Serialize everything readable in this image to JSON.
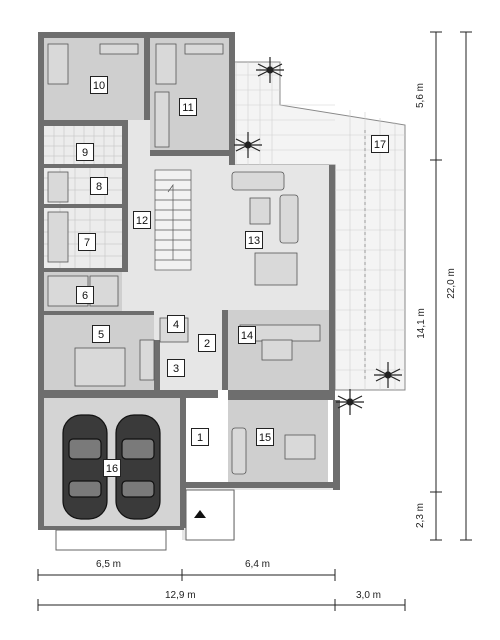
{
  "colors": {
    "wall": "#6e6e6e",
    "floor_light": "#e6e6e6",
    "floor_mid": "#cfcfcf",
    "floor_dark": "#b8b8b8",
    "outline": "#333333",
    "terrace": "#f4f4f4"
  },
  "rooms": [
    {
      "id": "r1",
      "number": "1"
    },
    {
      "id": "r2",
      "number": "2"
    },
    {
      "id": "r3",
      "number": "3"
    },
    {
      "id": "r4",
      "number": "4"
    },
    {
      "id": "r5",
      "number": "5"
    },
    {
      "id": "r6",
      "number": "6"
    },
    {
      "id": "r7",
      "number": "7"
    },
    {
      "id": "r8",
      "number": "8"
    },
    {
      "id": "r9",
      "number": "9"
    },
    {
      "id": "r10",
      "number": "10"
    },
    {
      "id": "r11",
      "number": "11"
    },
    {
      "id": "r12",
      "number": "12"
    },
    {
      "id": "r13",
      "number": "13"
    },
    {
      "id": "r14",
      "number": "14"
    },
    {
      "id": "r15",
      "number": "15"
    },
    {
      "id": "r16",
      "number": "16"
    },
    {
      "id": "r17",
      "number": "17"
    }
  ],
  "dimensions": {
    "bottom_left": "6,5 m",
    "bottom_right": "6,4 m",
    "total_width": "12,9 m",
    "terrace_width": "3,0 m",
    "right_top": "5,6 m",
    "right_mid": "14,1 m",
    "right_bottom": "2,3 m",
    "total_depth": "22,0 m"
  },
  "icons": {
    "entrance": "entrance-arrow-icon",
    "plants": "palm-plant-icon",
    "cars": "car-icon"
  }
}
